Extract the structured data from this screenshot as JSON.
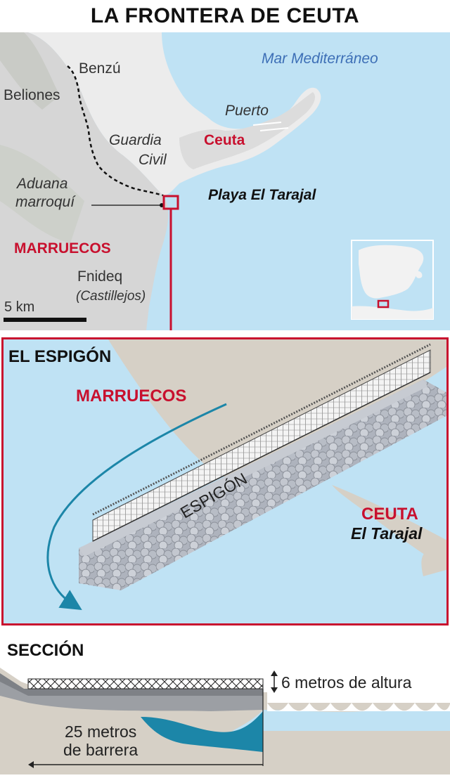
{
  "title": "LA FRONTERA DE CEUTA",
  "map": {
    "sea_label": "Mar Mediterráneo",
    "places": {
      "benzu": "Benzú",
      "beliones": "Beliones",
      "puerto": "Puerto",
      "guardia": "Guardia",
      "civil": "Civil",
      "ceuta": "Ceuta",
      "aduana": "Aduana",
      "marroqui": "marroquí",
      "playa": "Playa El Tarajal",
      "marruecos": "MARRUECOS",
      "fnideq": "Fnideq",
      "castillejos": "(Castillejos)"
    },
    "scale_label": "5 km"
  },
  "detail": {
    "title": "EL ESPIGÓN",
    "marruecos": "MARRUECOS",
    "espigon": "ESPIGÓN",
    "ceuta": "CEUTA",
    "tarajal": "El Tarajal"
  },
  "section": {
    "title": "SECCIÓN",
    "height_label": "6 metros de altura",
    "length_line1": "25 metros",
    "length_line2": "de barrera"
  },
  "colors": {
    "sea": "#bfe2f4",
    "land": "#d8d8d8",
    "ceuta_land": "#eaeaea",
    "accent_red": "#c8102e",
    "arrow_blue": "#1c86a8",
    "sand": "#d6d0c6"
  }
}
